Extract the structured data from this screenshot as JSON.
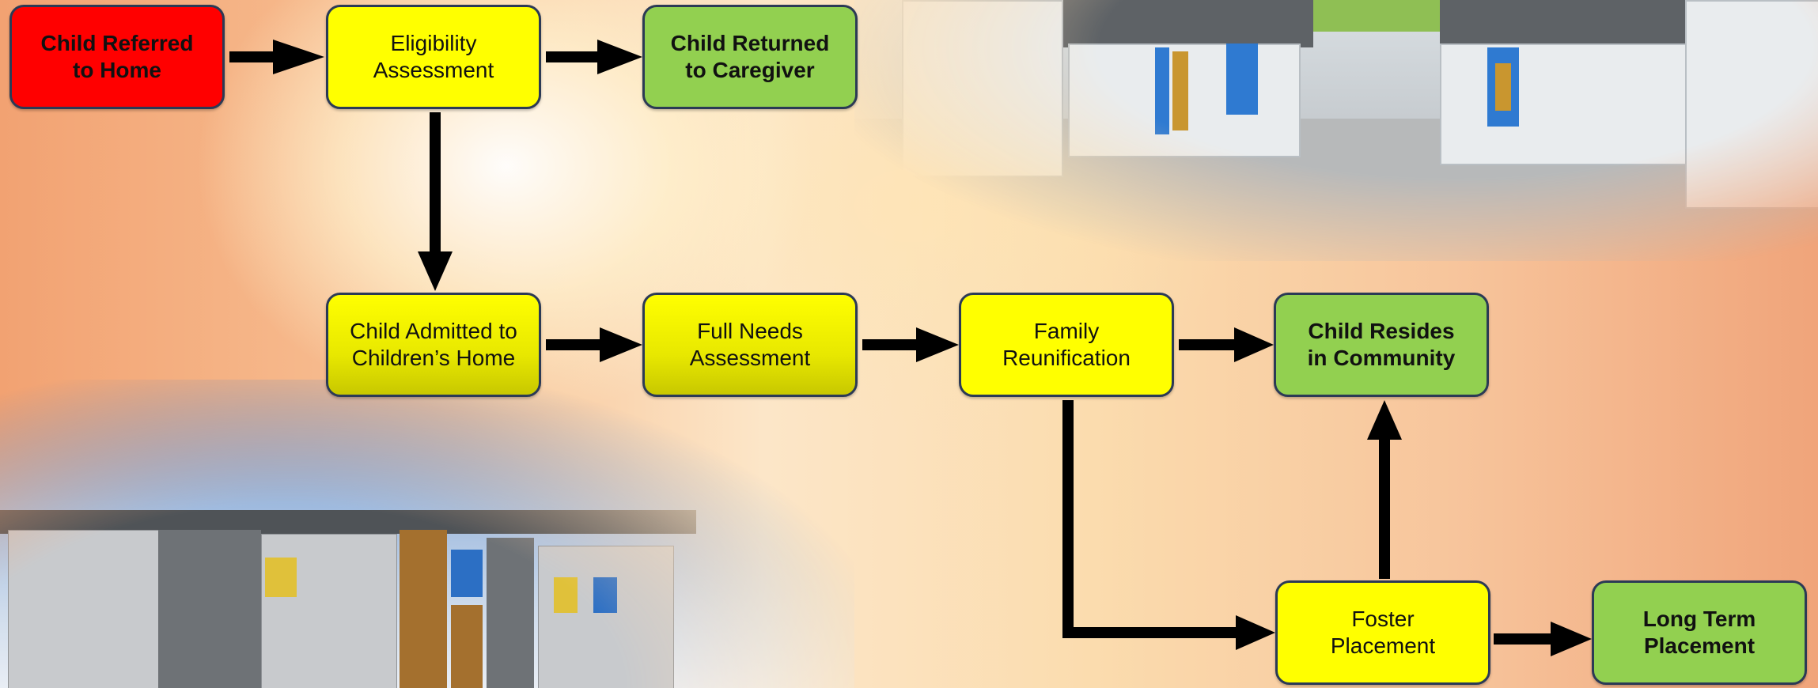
{
  "diagram": {
    "nodes": {
      "referred": "Child Referred\nto Home",
      "eligibility": "Eligibility\nAssessment",
      "returned": "Child Returned\nto Caregiver",
      "admitted": "Child Admitted to\nChildren’s Home",
      "full_needs": "Full Needs\nAssessment",
      "reunification": "Family\nReunification",
      "community": "Child Resides\nin Community",
      "foster": "Foster\nPlacement",
      "long_term": "Long Term\nPlacement"
    },
    "edges": [
      [
        "referred",
        "eligibility"
      ],
      [
        "eligibility",
        "returned"
      ],
      [
        "eligibility",
        "admitted"
      ],
      [
        "admitted",
        "full_needs"
      ],
      [
        "full_needs",
        "reunification"
      ],
      [
        "reunification",
        "community"
      ],
      [
        "reunification",
        "foster"
      ],
      [
        "foster",
        "community"
      ],
      [
        "foster",
        "long_term"
      ]
    ],
    "colors": {
      "start": "#ff0000",
      "process": "#ffff00",
      "outcome": "#92d050",
      "border": "#2b3a55",
      "arrow": "#000000"
    }
  }
}
